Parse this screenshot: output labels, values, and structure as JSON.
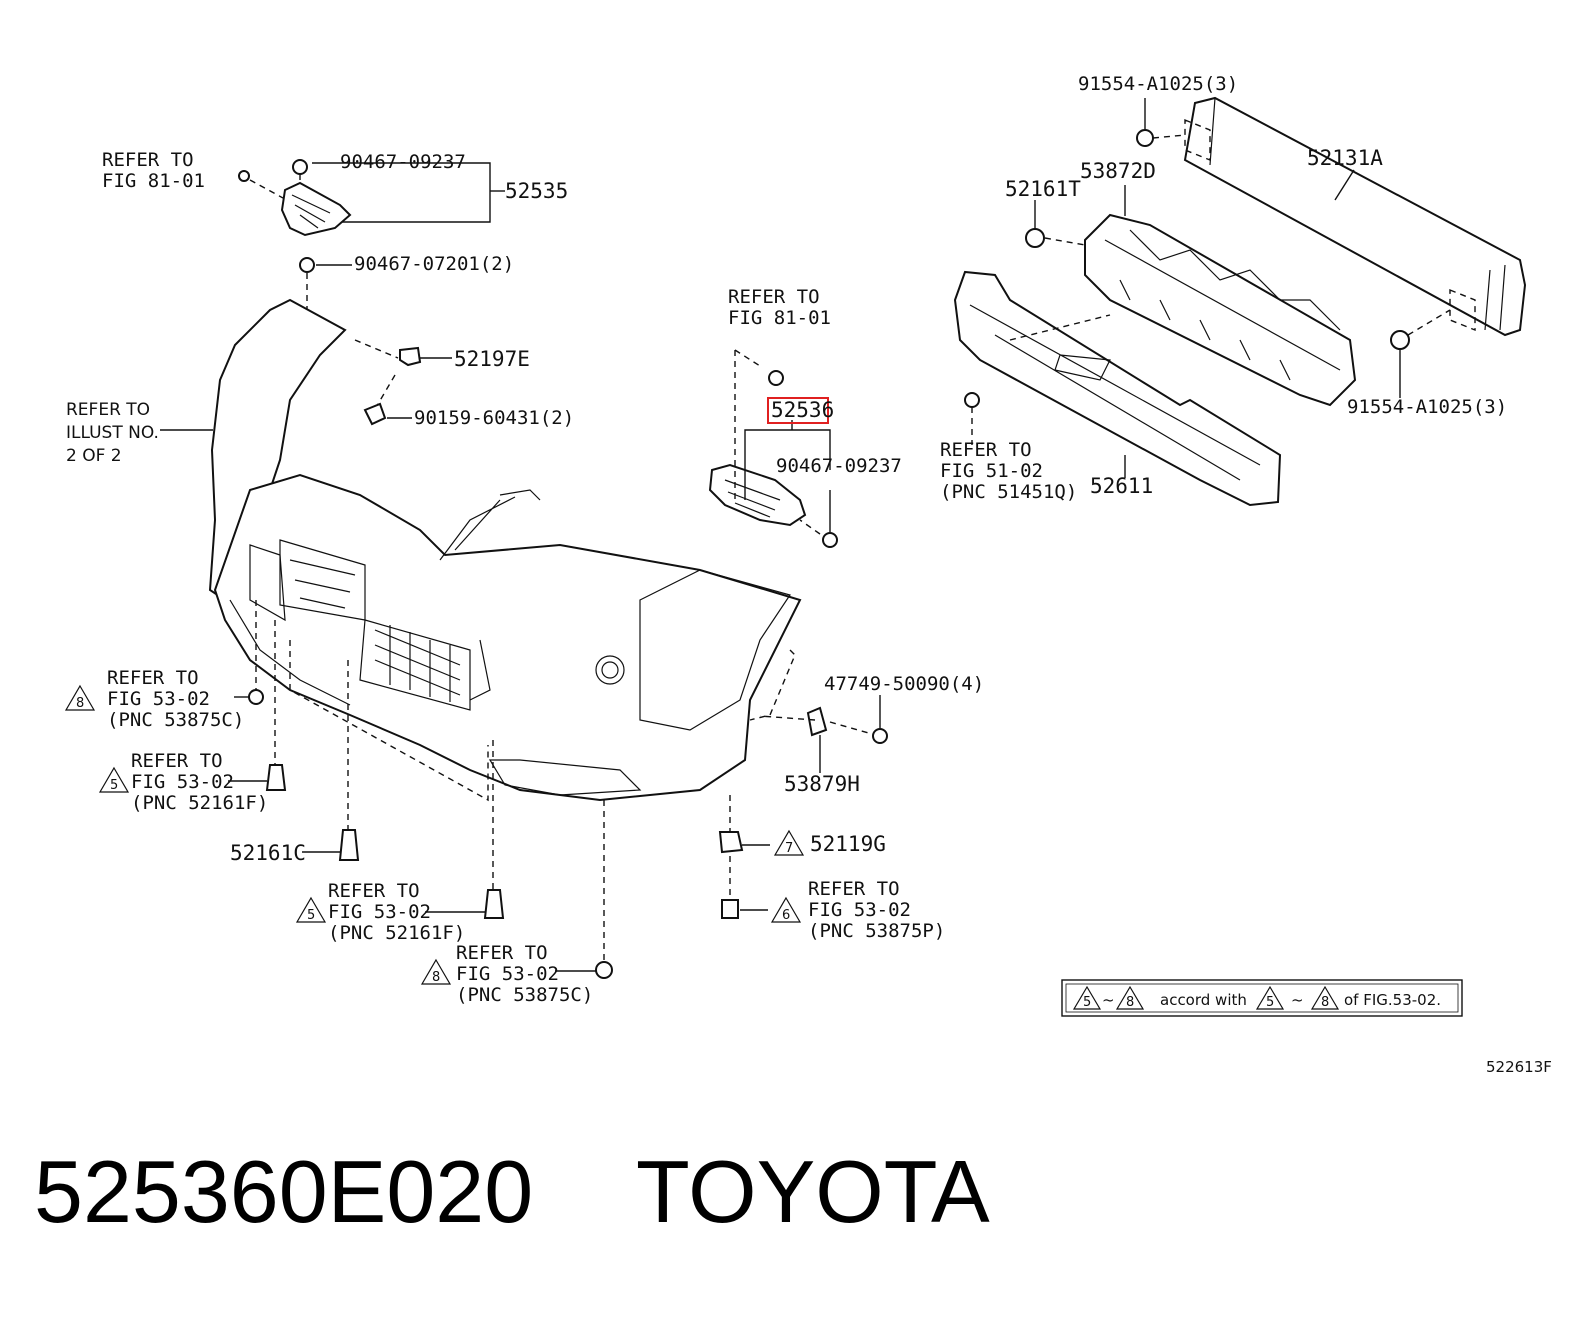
{
  "callouts": {
    "refer_81_01_top_1": "REFER TO",
    "refer_81_01_top_2": "FIG 81-01",
    "pn_90467_09237_top": "90467-09237",
    "pn_52535": "52535",
    "pn_90467_07201": "90467-07201(2)",
    "pn_52197e": "52197E",
    "pn_90159_60431": "90159-60431(2)",
    "refer_illust_1": "REFER TO",
    "refer_illust_2": "ILLUST NO.",
    "refer_illust_3": "2 OF 2",
    "refer_81_01_mid_1": "REFER TO",
    "refer_81_01_mid_2": "FIG 81-01",
    "pn_52536": "52536",
    "pn_90467_09237_mid": "90467-09237",
    "pn_91554_top": "91554-A1025(3)",
    "pn_52131a": "52131A",
    "pn_53872d": "53872D",
    "pn_52161t": "52161T",
    "pn_91554_right": "91554-A1025(3)",
    "refer_51_02_1": "REFER TO",
    "refer_51_02_2": "FIG 51-02",
    "refer_51_02_3": "(PNC 51451Q)",
    "pn_52611": "52611",
    "refer_8a_1": "REFER TO",
    "refer_8a_2": "FIG 53-02",
    "refer_8a_3": "(PNC 53875C)",
    "refer_5a_1": "REFER TO",
    "refer_5a_2": "FIG 53-02",
    "refer_5a_3": "(PNC 52161F)",
    "pn_52161c": "52161C",
    "refer_5b_1": "REFER TO",
    "refer_5b_2": "FIG 53-02",
    "refer_5b_3": "(PNC 52161F)",
    "refer_8b_1": "REFER TO",
    "refer_8b_2": "FIG 53-02",
    "refer_8b_3": "(PNC 53875C)",
    "pn_47749": "47749-50090(4)",
    "pn_53879h": "53879H",
    "pn_52119g": "52119G",
    "refer_6_1": "REFER TO",
    "refer_6_2": "FIG 53-02",
    "refer_6_3": "(PNC 53875P)"
  },
  "triangles": {
    "t8a": "8",
    "t5a": "5",
    "t5b": "5",
    "t8b": "8",
    "t7": "7",
    "t6": "6",
    "note_t5a": "5",
    "note_t8a": "8",
    "note_t5b": "5",
    "note_t8b": "8"
  },
  "note": {
    "tilde1": "~",
    "accord_with": "accord with",
    "tilde2": "~",
    "of_fig": "of FIG.53-02."
  },
  "figure_code": "522613F",
  "footer": {
    "part_number": "525360E020",
    "brand": "TOYOTA"
  },
  "highlight_color": "#e02020"
}
